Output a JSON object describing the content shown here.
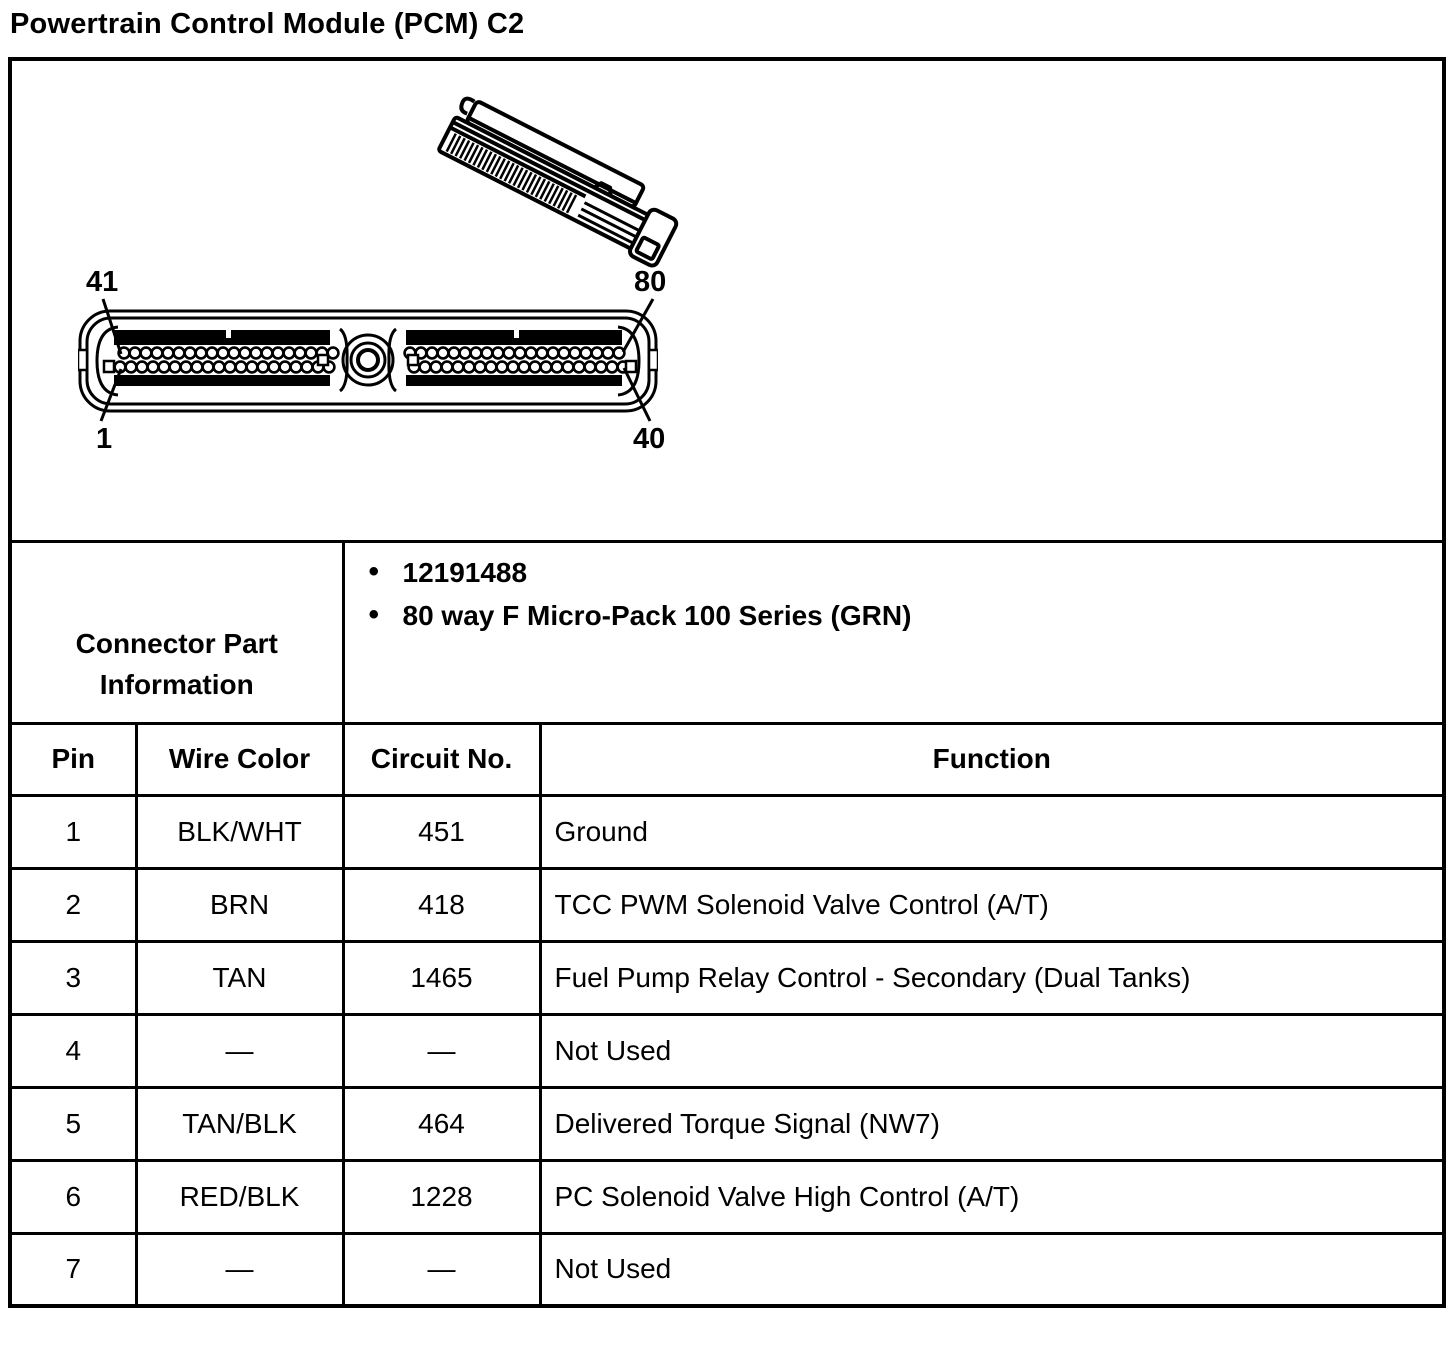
{
  "page": {
    "title": "Powertrain Control Module (PCM) C2"
  },
  "diagram": {
    "labels": {
      "top_left": "41",
      "top_right": "80",
      "bottom_left": "1",
      "bottom_right": "40"
    }
  },
  "connector_info": {
    "label": "Connector Part Information",
    "bullets": [
      "12191488",
      "80 way F Micro-Pack 100 Series (GRN)"
    ]
  },
  "pin_table": {
    "headers": [
      "Pin",
      "Wire Color",
      "Circuit No.",
      "Function"
    ],
    "rows": [
      {
        "pin": "1",
        "wire_color": "BLK/WHT",
        "circuit_no": "451",
        "function": "Ground"
      },
      {
        "pin": "2",
        "wire_color": "BRN",
        "circuit_no": "418",
        "function": "TCC PWM Solenoid Valve Control (A/T)"
      },
      {
        "pin": "3",
        "wire_color": "TAN",
        "circuit_no": "1465",
        "function": "Fuel Pump Relay Control - Secondary (Dual Tanks)"
      },
      {
        "pin": "4",
        "wire_color": "—",
        "circuit_no": "—",
        "function": "Not Used"
      },
      {
        "pin": "5",
        "wire_color": "TAN/BLK",
        "circuit_no": "464",
        "function": "Delivered Torque Signal (NW7)"
      },
      {
        "pin": "6",
        "wire_color": "RED/BLK",
        "circuit_no": "1228",
        "function": "PC Solenoid Valve High Control (A/T)"
      },
      {
        "pin": "7",
        "wire_color": "—",
        "circuit_no": "—",
        "function": "Not Used"
      }
    ]
  },
  "colors": {
    "ink": "#000000",
    "paper": "#ffffff"
  }
}
